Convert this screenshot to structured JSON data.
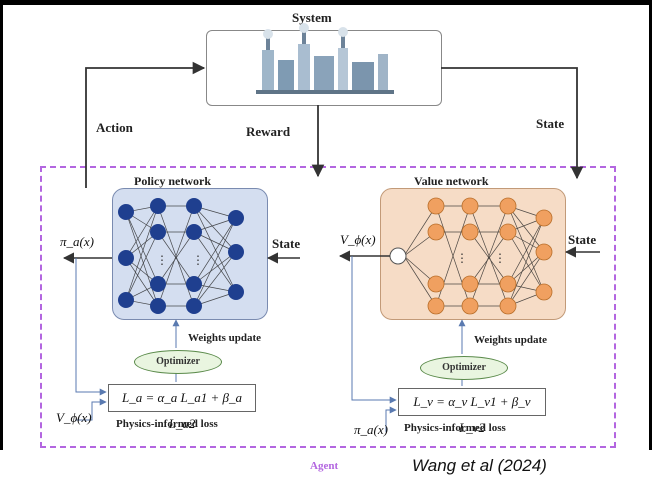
{
  "labels": {
    "system": "System",
    "action": "Action",
    "reward": "Reward",
    "state_top": "State",
    "policy_title": "Policy network",
    "value_title": "Value network",
    "state_policy": "State",
    "state_value": "State",
    "weights_update_left": "Weights update",
    "weights_update_right": "Weights update",
    "optimizer_left": "Optimizer",
    "optimizer_right": "Optimizer",
    "physics_loss_left": "Physics-informed loss",
    "physics_loss_right": "Physics-informed loss",
    "agent": "Agent"
  },
  "math": {
    "policy_output": "π_a(x)",
    "value_output": "V_ϕ(x)",
    "value_input_left": "V_ϕ(x)",
    "policy_input_right": "π_a(x)",
    "loss_policy": "L_a = α_a L_a1 + β_a L_a2",
    "loss_value": "L_v = α_v L_v1 + β_v L_v2"
  },
  "caption": "Wang et al (2024)",
  "colors": {
    "policy_node": "#1f3f8f",
    "value_node": "#f0a060",
    "policy_bg": "#d4def0",
    "value_bg": "#f6dcc6",
    "agent_border": "#b366e0",
    "optimizer_fill": "#e9f5e0"
  },
  "icons": [
    "factory-icon"
  ]
}
